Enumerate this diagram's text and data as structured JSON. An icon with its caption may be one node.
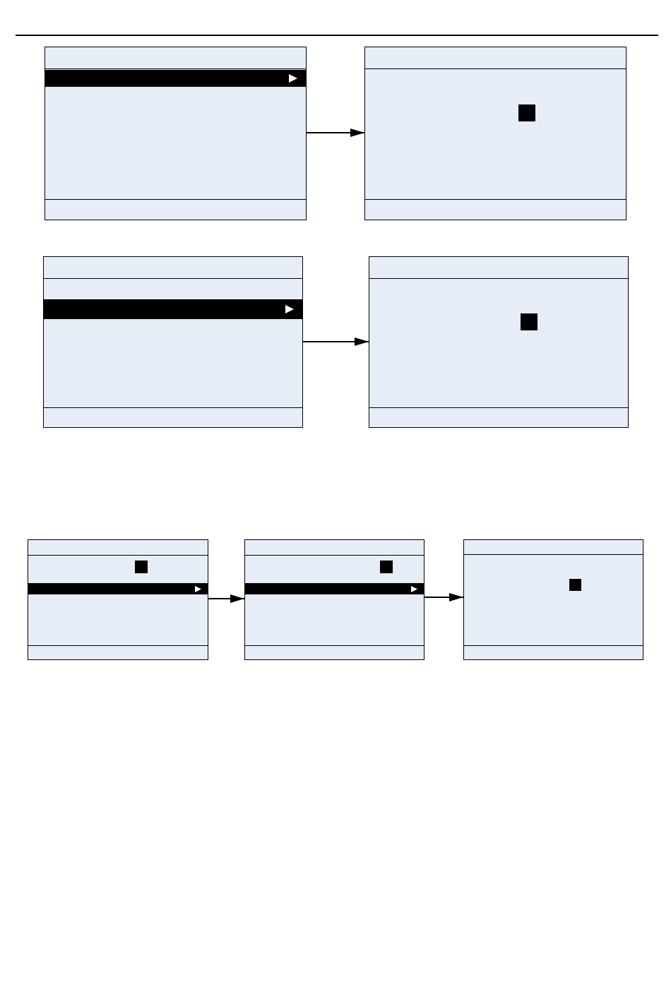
{
  "diagram": {
    "nodes": [
      {
        "text": [],
        "shape": "box"
      },
      {
        "text": [],
        "shape": "box"
      },
      {
        "text": [],
        "shape": "box"
      },
      {
        "text": [],
        "shape": "box"
      },
      {
        "text": [],
        "shape": "box"
      },
      {
        "text": [],
        "shape": "box"
      },
      {
        "text": [],
        "shape": "box"
      }
    ],
    "edges": [
      {
        "from": 0,
        "to": 1,
        "arrow": "to"
      },
      {
        "from": 2,
        "to": 3,
        "arrow": "to"
      },
      {
        "from": 4,
        "to": 5,
        "arrow": "to"
      },
      {
        "from": 5,
        "to": 6,
        "arrow": "to"
      }
    ]
  }
}
